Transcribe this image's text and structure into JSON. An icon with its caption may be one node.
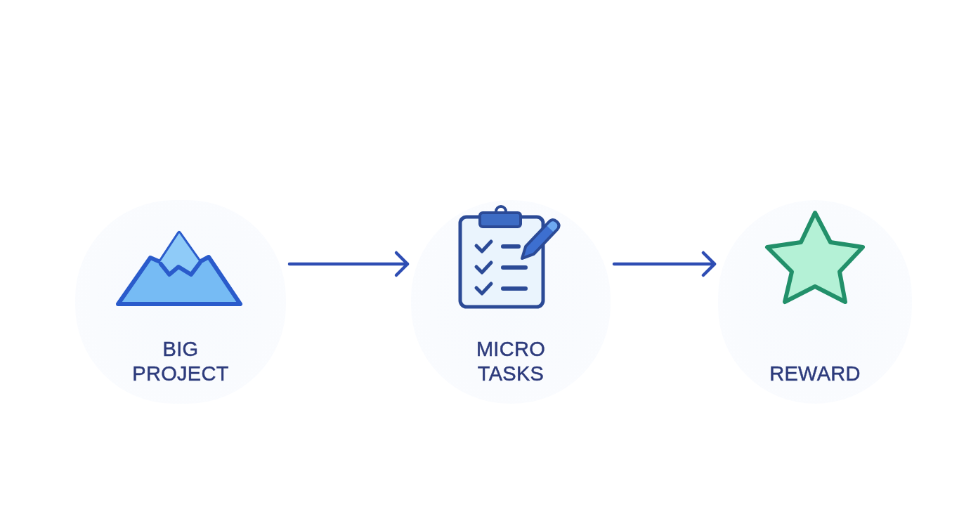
{
  "diagram": {
    "nodes": [
      {
        "text": [
          "BIG PROJECT"
        ]
      },
      {
        "text": [
          "MICRO TASKS"
        ]
      },
      {
        "text": [
          "REWARD"
        ]
      }
    ],
    "edges": [
      {
        "from": 0,
        "to": 1,
        "arrow": "to"
      },
      {
        "from": 1,
        "to": 2,
        "arrow": "to"
      }
    ]
  }
}
